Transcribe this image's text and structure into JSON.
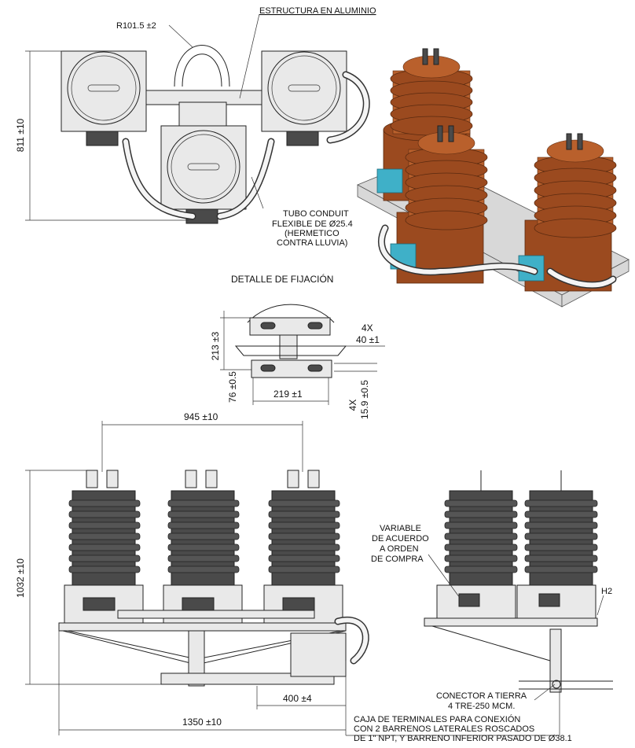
{
  "labels": {
    "structure": "ESTRUCTURA EN ALUMINIO",
    "radius": "R101.5 ±2",
    "conduit_line1": "TUBO CONDUIT",
    "conduit_line2": "FLEXIBLE DE Ø25.4",
    "conduit_line3": "(HERMETICO",
    "conduit_line4": "CONTRA LLUVIA)",
    "detail_title": "DETALLE DE FIJACIÓN",
    "variable_line1": "VARIABLE",
    "variable_line2": "DE ACUERDO",
    "variable_line3": "A ORDEN",
    "variable_line4": "DE COMPRA",
    "h2": "H2",
    "ground_line1": "CONECTOR A TIERRA",
    "ground_line2": "4 TRE-250 MCM.",
    "box_line1": "CAJA DE TERMINALES PARA CONEXIÓN",
    "box_line2": "CON 2 BARRENOS LATERALES ROSCADOS",
    "box_line3": "DE 1\" NPT, Y BARRENO INFERIOR PASADO DE Ø38.1"
  },
  "dimensions": {
    "top_height": "811 ±10",
    "detail_height": "213 ±3",
    "detail_qty_top": "4X",
    "detail_40": "40 ±1",
    "detail_76": "76 ±0.5",
    "detail_219": "219 ±1",
    "detail_qty_bottom": "4X",
    "detail_15": "15.9 ±0.5",
    "spacing": "945 ±10",
    "front_height": "1032 ±10",
    "bracket": "400 ±4",
    "overall_width": "1350 ±10"
  }
}
